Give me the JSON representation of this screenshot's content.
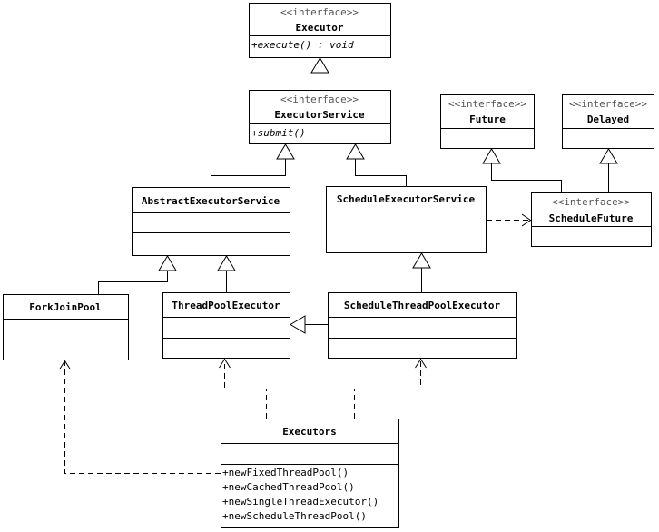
{
  "classes": {
    "executor": {
      "stereotype": "<<interface>>",
      "name": "Executor",
      "members": [
        "+execute() : void"
      ]
    },
    "executor_service": {
      "stereotype": "<<interface>>",
      "name": "ExecutorService",
      "members": [
        "+submit()"
      ]
    },
    "future": {
      "stereotype": "<<interface>>",
      "name": "Future"
    },
    "delayed": {
      "stereotype": "<<interface>>",
      "name": "Delayed"
    },
    "schedule_future": {
      "stereotype": "<<interface>>",
      "name": "ScheduleFuture"
    },
    "abstract_executor_service": {
      "name": "AbstractExecutorService"
    },
    "schedule_executor_service": {
      "name": "ScheduleExecutorService"
    },
    "fork_join_pool": {
      "name": "ForkJoinPool"
    },
    "thread_pool_executor": {
      "name": "ThreadPoolExecutor"
    },
    "schedule_thread_pool_executor": {
      "name": "ScheduleThreadPoolExecutor"
    },
    "executors": {
      "name": "Executors",
      "methods": [
        "+newFixedThreadPool()",
        "+newCachedThreadPool()",
        "+newSingleThreadExecutor()",
        "+newScheduleThreadPool()"
      ]
    }
  }
}
